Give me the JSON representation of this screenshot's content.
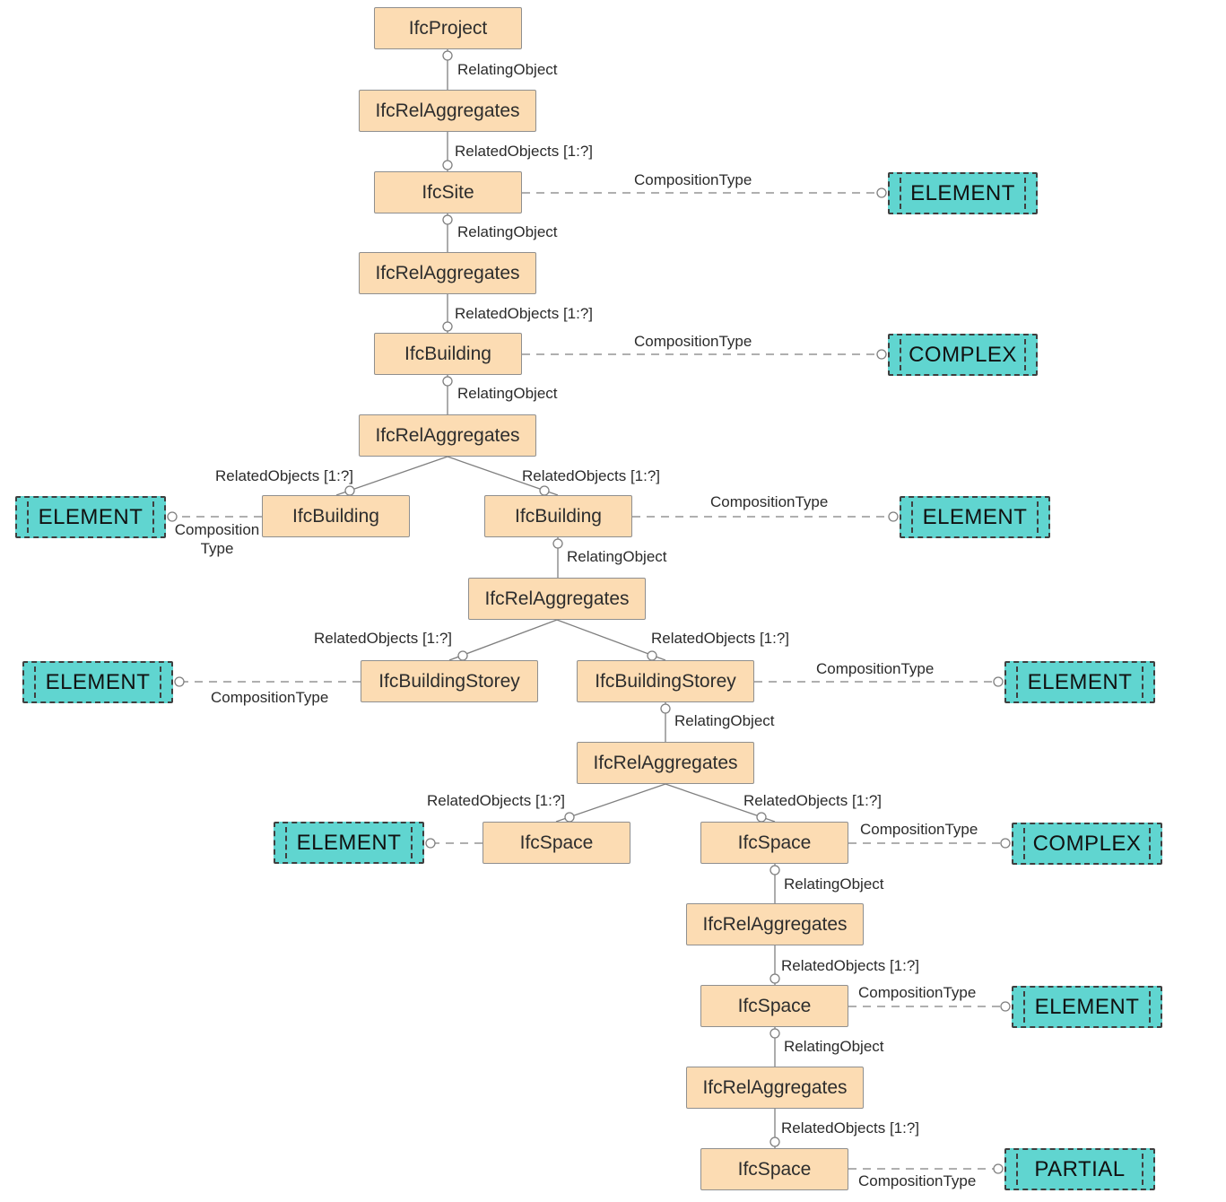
{
  "diagram": {
    "colors": {
      "entity_fill": "#fcdcb3",
      "entity_border": "#8f8f8f",
      "enum_fill": "#60d5d0",
      "enum_border": "#3f3f3f",
      "connector_line": "#7f7f7f",
      "label_text": "#2b2b2b"
    },
    "nodes": [
      {
        "label": "IfcProject",
        "kind": "entity"
      },
      {
        "label": "IfcRelAggregates",
        "kind": "entity"
      },
      {
        "label": "IfcSite",
        "kind": "entity"
      },
      {
        "label": "IfcRelAggregates",
        "kind": "entity"
      },
      {
        "label": "IfcBuilding",
        "kind": "entity"
      },
      {
        "label": "IfcRelAggregates",
        "kind": "entity"
      },
      {
        "label": "IfcBuilding",
        "kind": "entity"
      },
      {
        "label": "IfcBuilding",
        "kind": "entity"
      },
      {
        "label": "IfcRelAggregates",
        "kind": "entity"
      },
      {
        "label": "IfcBuildingStorey",
        "kind": "entity"
      },
      {
        "label": "IfcBuildingStorey",
        "kind": "entity"
      },
      {
        "label": "IfcRelAggregates",
        "kind": "entity"
      },
      {
        "label": "IfcSpace",
        "kind": "entity"
      },
      {
        "label": "IfcSpace",
        "kind": "entity"
      },
      {
        "label": "IfcRelAggregates",
        "kind": "entity"
      },
      {
        "label": "IfcSpace",
        "kind": "entity"
      },
      {
        "label": "IfcRelAggregates",
        "kind": "entity"
      },
      {
        "label": "IfcSpace",
        "kind": "entity"
      },
      {
        "label": "ELEMENT",
        "kind": "enum"
      },
      {
        "label": "COMPLEX",
        "kind": "enum"
      },
      {
        "label": "ELEMENT",
        "kind": "enum"
      },
      {
        "label": "ELEMENT",
        "kind": "enum"
      },
      {
        "label": "ELEMENT",
        "kind": "enum"
      },
      {
        "label": "ELEMENT",
        "kind": "enum"
      },
      {
        "label": "ELEMENT",
        "kind": "enum"
      },
      {
        "label": "COMPLEX",
        "kind": "enum"
      },
      {
        "label": "ELEMENT",
        "kind": "enum"
      },
      {
        "label": "PARTIAL",
        "kind": "enum"
      }
    ],
    "edges": [
      {
        "from": 0,
        "to": 1,
        "label": "RelatingObject",
        "style": "solid"
      },
      {
        "from": 1,
        "to": 2,
        "label": "RelatedObjects [1:?]",
        "style": "solid"
      },
      {
        "from": 2,
        "to": 18,
        "label": "CompositionType",
        "style": "dashed"
      },
      {
        "from": 2,
        "to": 3,
        "label": "RelatingObject",
        "style": "solid"
      },
      {
        "from": 3,
        "to": 4,
        "label": "RelatedObjects [1:?]",
        "style": "solid"
      },
      {
        "from": 4,
        "to": 19,
        "label": "CompositionType",
        "style": "dashed"
      },
      {
        "from": 4,
        "to": 5,
        "label": "RelatingObject",
        "style": "solid"
      },
      {
        "from": 5,
        "to": 6,
        "label": "RelatedObjects [1:?]",
        "style": "solid"
      },
      {
        "from": 5,
        "to": 7,
        "label": "RelatedObjects [1:?]",
        "style": "solid"
      },
      {
        "from": 6,
        "to": 20,
        "label": "Composition\nType",
        "style": "dashed"
      },
      {
        "from": 7,
        "to": 21,
        "label": "CompositionType",
        "style": "dashed"
      },
      {
        "from": 7,
        "to": 8,
        "label": "RelatingObject",
        "style": "solid"
      },
      {
        "from": 8,
        "to": 9,
        "label": "RelatedObjects [1:?]",
        "style": "solid"
      },
      {
        "from": 8,
        "to": 10,
        "label": "RelatedObjects [1:?]",
        "style": "solid"
      },
      {
        "from": 9,
        "to": 22,
        "label": "CompositionType",
        "style": "dashed"
      },
      {
        "from": 10,
        "to": 23,
        "label": "CompositionType",
        "style": "dashed"
      },
      {
        "from": 10,
        "to": 11,
        "label": "RelatingObject",
        "style": "solid"
      },
      {
        "from": 11,
        "to": 12,
        "label": "RelatedObjects [1:?]",
        "style": "solid"
      },
      {
        "from": 11,
        "to": 13,
        "label": "RelatedObjects [1:?]",
        "style": "solid"
      },
      {
        "from": 12,
        "to": 24,
        "label": "",
        "style": "dashed"
      },
      {
        "from": 13,
        "to": 25,
        "label": "CompositionType",
        "style": "dashed"
      },
      {
        "from": 13,
        "to": 14,
        "label": "RelatingObject",
        "style": "solid"
      },
      {
        "from": 14,
        "to": 15,
        "label": "RelatedObjects [1:?]",
        "style": "solid"
      },
      {
        "from": 15,
        "to": 26,
        "label": "CompositionType",
        "style": "dashed"
      },
      {
        "from": 15,
        "to": 16,
        "label": "RelatingObject",
        "style": "solid"
      },
      {
        "from": 16,
        "to": 17,
        "label": "RelatedObjects [1:?]",
        "style": "solid"
      },
      {
        "from": 17,
        "to": 27,
        "label": "CompositionType",
        "style": "dashed"
      }
    ]
  }
}
